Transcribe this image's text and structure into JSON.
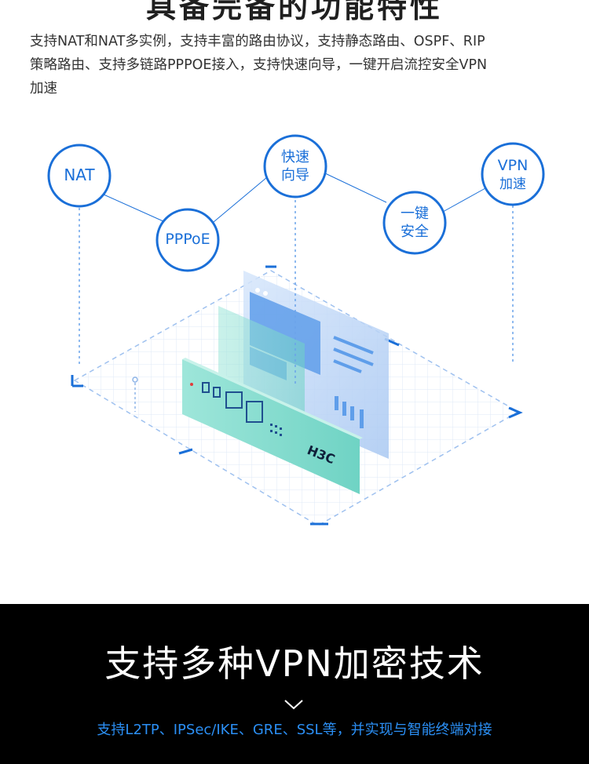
{
  "header": {
    "title": "具备完备的功能特性",
    "description_lines": [
      "支持NAT和NAT多实例，支持丰富的路由协议，支持静态路由、OSPF、RIP",
      "策略路由、支持多链路PPPOE接入，支持快速向导，一键开启流控安全VPN",
      "加速"
    ]
  },
  "diagram": {
    "bubbles": [
      {
        "id": "nat",
        "lines": [
          "NAT"
        ]
      },
      {
        "id": "pppoe",
        "lines": [
          "PPPoE"
        ]
      },
      {
        "id": "wizard",
        "lines": [
          "快速",
          "向导"
        ]
      },
      {
        "id": "security",
        "lines": [
          "一键",
          "安全"
        ]
      },
      {
        "id": "vpn",
        "lines": [
          "VPN",
          "加速"
        ]
      }
    ],
    "brand_logo": "H3C",
    "accent_color": "#1a6fd8"
  },
  "vpn_section": {
    "title": "支持多种VPN加密技术",
    "icon": "chevron-down-icon",
    "subtitle": "支持L2TP、IPSec/IKE、GRE、SSL等，并实现与智能终端对接",
    "subtitle_color": "#2b8ff5"
  }
}
